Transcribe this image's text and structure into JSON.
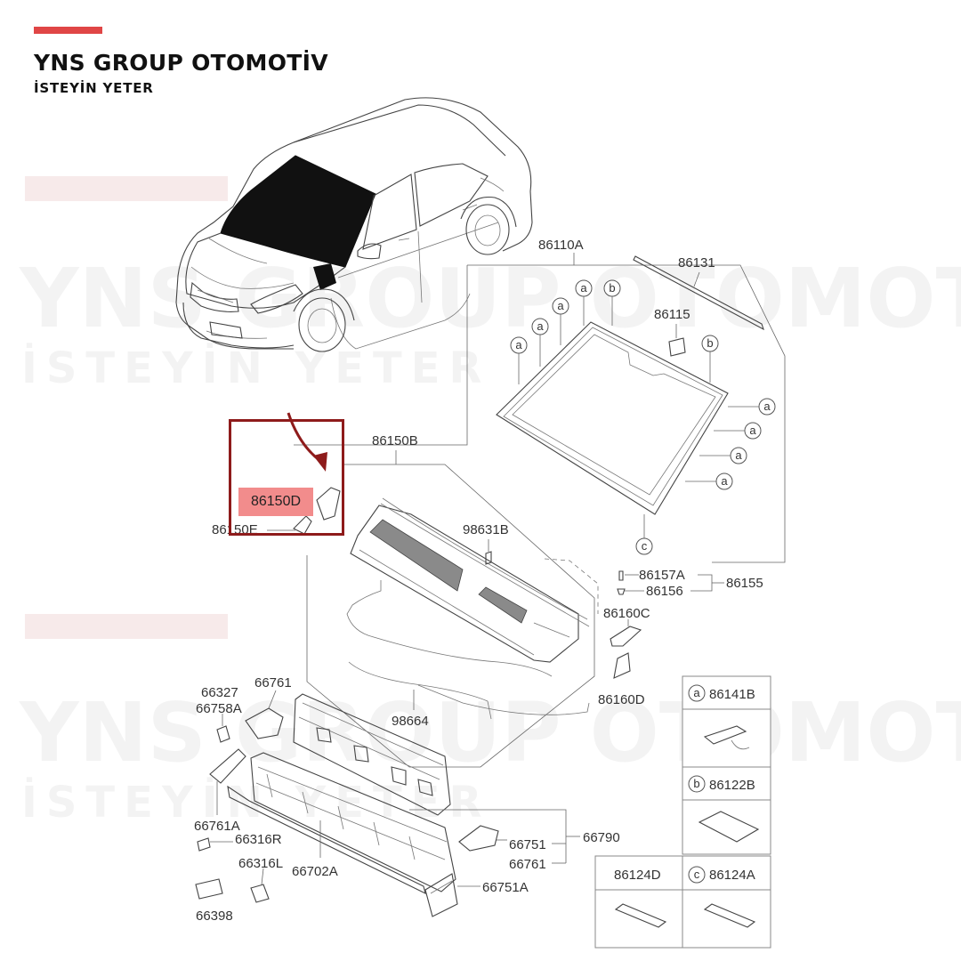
{
  "brand": {
    "title": "YNS GROUP OTOMOTİV",
    "subtitle": "İSTEYİN YETER",
    "accent_color": "#e04646"
  },
  "highlight": {
    "label": "86150D",
    "box_color": "#8e1b1b",
    "label_bg": "#f28c8c",
    "arrow_icon": "curved-arrow-icon"
  },
  "labels": {
    "l86110A": "86110A",
    "l86131": "86131",
    "l86115": "86115",
    "l86150B": "86150B",
    "l86150E": "86150E",
    "l98631B": "98631B",
    "l86157A": "86157A",
    "l86156": "86156",
    "l86155": "86155",
    "l86160C": "86160C",
    "l86160D": "86160D",
    "l66327": "66327",
    "l66758A": "66758A",
    "l66761top": "66761",
    "l98664": "98664",
    "l66761A": "66761A",
    "l66316R": "66316R",
    "l66316L": "66316L",
    "l66702A": "66702A",
    "l66751": "66751",
    "l66761": "66761",
    "l66790": "66790",
    "l66751A": "66751A",
    "l66398": "66398"
  },
  "callouts": {
    "a": "a",
    "b": "b",
    "c": "c"
  },
  "legend": {
    "cell1": {
      "key": "a",
      "part": "86141B"
    },
    "cell2": {
      "key": "b",
      "part": "86122B"
    },
    "cell3": {
      "part": "86124D"
    },
    "cell4": {
      "key": "c",
      "part": "86124A"
    }
  }
}
